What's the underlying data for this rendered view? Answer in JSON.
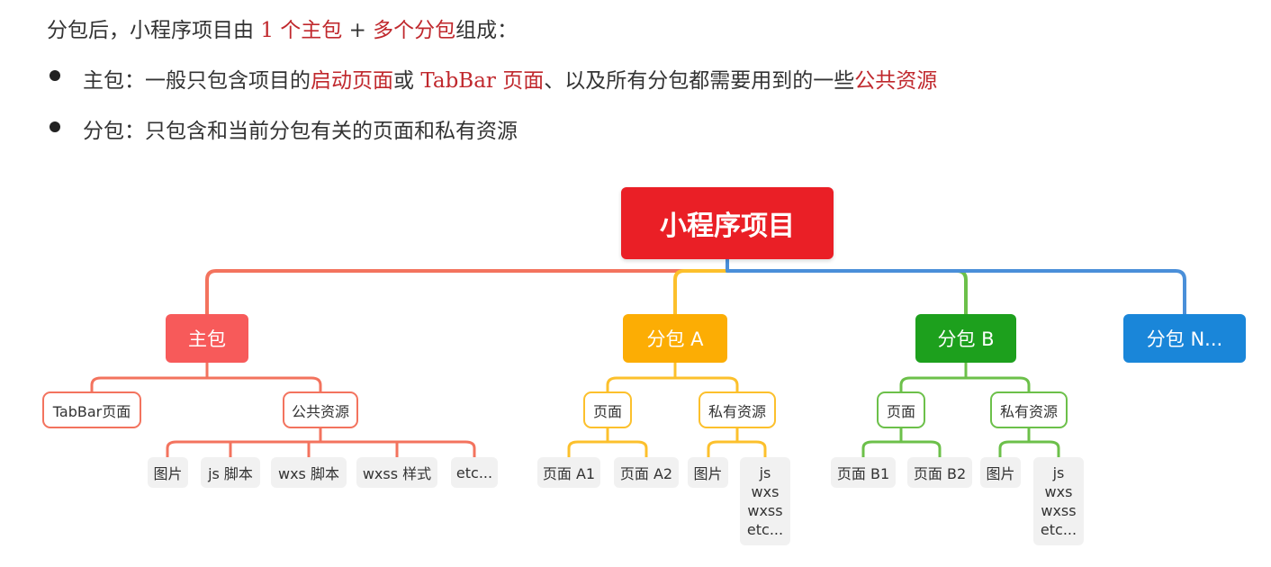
{
  "intro": {
    "line1": {
      "prefix": "分包后，小程序项目由 ",
      "count": "1 个主包",
      "plus": " + ",
      "subs": "多个分包",
      "suffix": "组成："
    },
    "bullet1": {
      "prefix": "主包：一般只包含项目的",
      "hl1": "启动页面",
      "mid1": "或 ",
      "hl2": "TabBar 页面",
      "mid2": "、以及所有分包都需要用到的一些",
      "hl3": "公共资源"
    },
    "bullet2": {
      "text": "分包：只包含和当前分包有关的页面和私有资源"
    }
  },
  "colors": {
    "root": "#ea1f26",
    "main": "#f75a5a",
    "sub_a": "#fcad04",
    "sub_b": "#1da01d",
    "sub_n": "#1a86d9",
    "line_main": "#f3735e",
    "line_a": "#fcc02c",
    "line_b": "#6cc04a",
    "line_n": "#4a8fd9",
    "highlight_text": "#c0282d"
  },
  "tree": {
    "root": "小程序项目",
    "main": {
      "label": "主包",
      "tabbar": "TabBar页面",
      "public": "公共资源",
      "public_items": [
        "图片",
        "js 脚本",
        "wxs 脚本",
        "wxss 样式",
        "etc..."
      ]
    },
    "sub_a": {
      "label": "分包 A",
      "pages": "页面",
      "private": "私有资源",
      "page_items": [
        "页面 A1",
        "页面 A2"
      ],
      "private_items": [
        "图片",
        "js",
        "wxs",
        "wxss",
        "etc..."
      ]
    },
    "sub_b": {
      "label": "分包 B",
      "pages": "页面",
      "private": "私有资源",
      "page_items": [
        "页面 B1",
        "页面 B2"
      ],
      "private_items": [
        "图片",
        "js",
        "wxs",
        "wxss",
        "etc..."
      ]
    },
    "sub_n": {
      "label": "分包 N..."
    }
  }
}
